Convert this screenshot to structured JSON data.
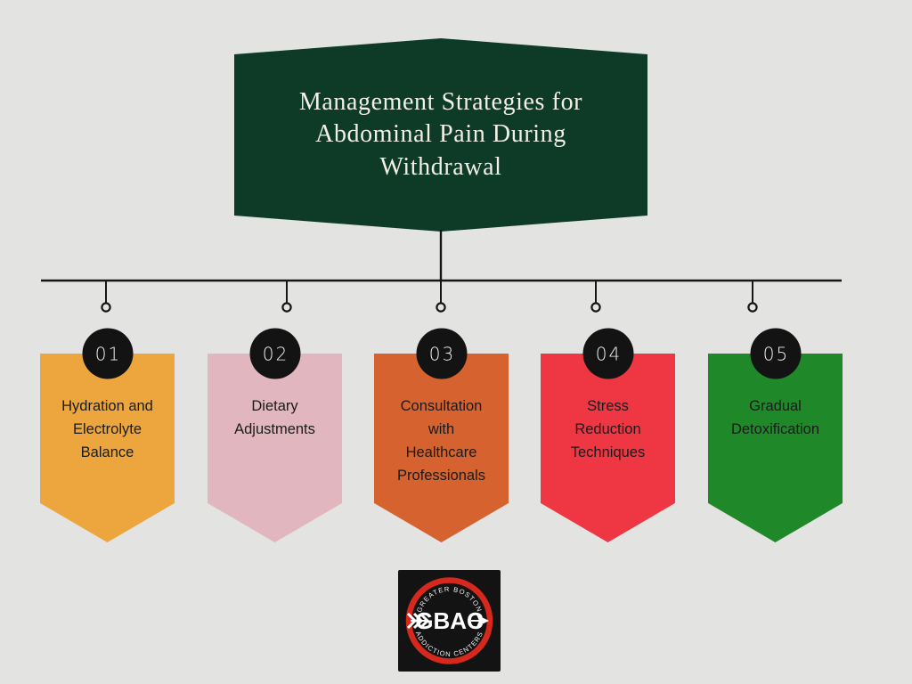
{
  "page": {
    "background": "#e3e3e1"
  },
  "header": {
    "title_lines": [
      "Management Strategies for",
      "Abdominal Pain During",
      "Withdrawal"
    ],
    "bg_color": "#0d3b28",
    "text_color": "#f3efe4"
  },
  "connector": {
    "line_color": "#161616"
  },
  "badge": {
    "bg": "#131313",
    "text_color": "#f1f1f1"
  },
  "items": [
    {
      "number": "01",
      "label_lines": [
        "Hydration and",
        "Electrolyte",
        "Balance"
      ],
      "color": "#eca63d"
    },
    {
      "number": "02",
      "label_lines": [
        "Dietary",
        "Adjustments"
      ],
      "color": "#e1b6be"
    },
    {
      "number": "03",
      "label_lines": [
        "Consultation",
        "with",
        "Healthcare",
        "Professionals"
      ],
      "color": "#d5622f"
    },
    {
      "number": "04",
      "label_lines": [
        "Stress",
        "Reduction",
        "Techniques"
      ],
      "color": "#ee3743"
    },
    {
      "number": "05",
      "label_lines": [
        "Gradual",
        "Detoxification"
      ],
      "color": "#1f8828"
    }
  ],
  "logo": {
    "top_text": "GREATER BOSTON",
    "bottom_text": "ADDICTION CENTERS",
    "center_text": "GBAC",
    "ring_color": "#d7281e",
    "bg": "#131313",
    "text_color": "#ffffff"
  }
}
